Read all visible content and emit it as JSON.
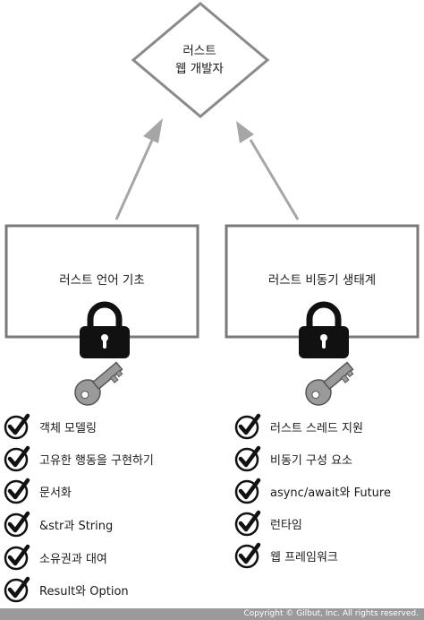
{
  "goal": {
    "line1": "러스트",
    "line2": "웹 개발자"
  },
  "left_box": {
    "title": "러스트 언어 기초",
    "items": [
      "객체 모델링",
      "고유한 행동을 구현하기",
      "문서화",
      "&str과 String",
      "소유권과 대여",
      "Result와 Option"
    ]
  },
  "right_box": {
    "title": "러스트 비동기 생태계",
    "items": [
      "러스트 스레드 지원",
      "비동기 구성 요소",
      "async/await와 Future",
      "런타임",
      "웹 프레임워크"
    ]
  },
  "footer": "Copyright © Gilbut, Inc. All rights reserved.",
  "colors": {
    "box_border": "#7a7a7a",
    "arrow": "#a6a6a6",
    "lock": "#111111",
    "key": "#9a9a9a",
    "footer_bg": "#9a9a9a"
  },
  "icons": [
    "padlock-icon",
    "key-icon",
    "checkmark-icon"
  ]
}
